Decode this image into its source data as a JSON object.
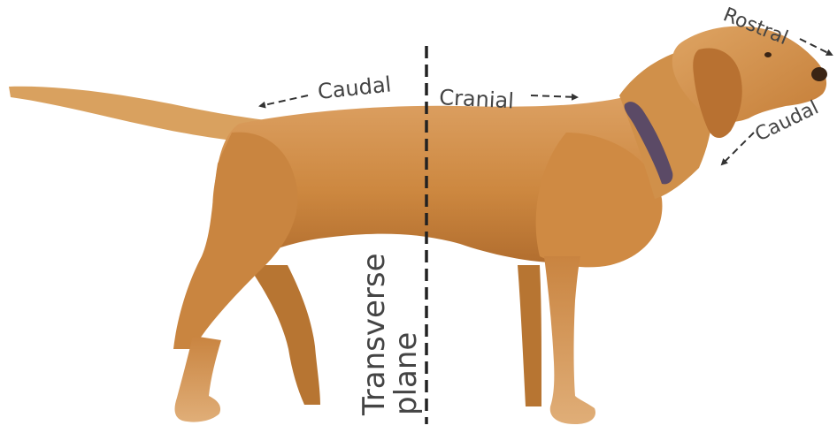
{
  "labels": {
    "rostral": "Rostral",
    "caudal_head": "Caudal",
    "caudal_body": "Caudal",
    "cranial": "Cranial",
    "plane_line1": "Transverse",
    "plane_line2": "plane"
  },
  "colors": {
    "fur": "#cf8a3c",
    "fur_dark": "#a8652a",
    "fur_light": "#e3a968",
    "collar": "#5b4a66",
    "text": "#444444",
    "plane_line": "#222222",
    "background": "#ffffff"
  }
}
